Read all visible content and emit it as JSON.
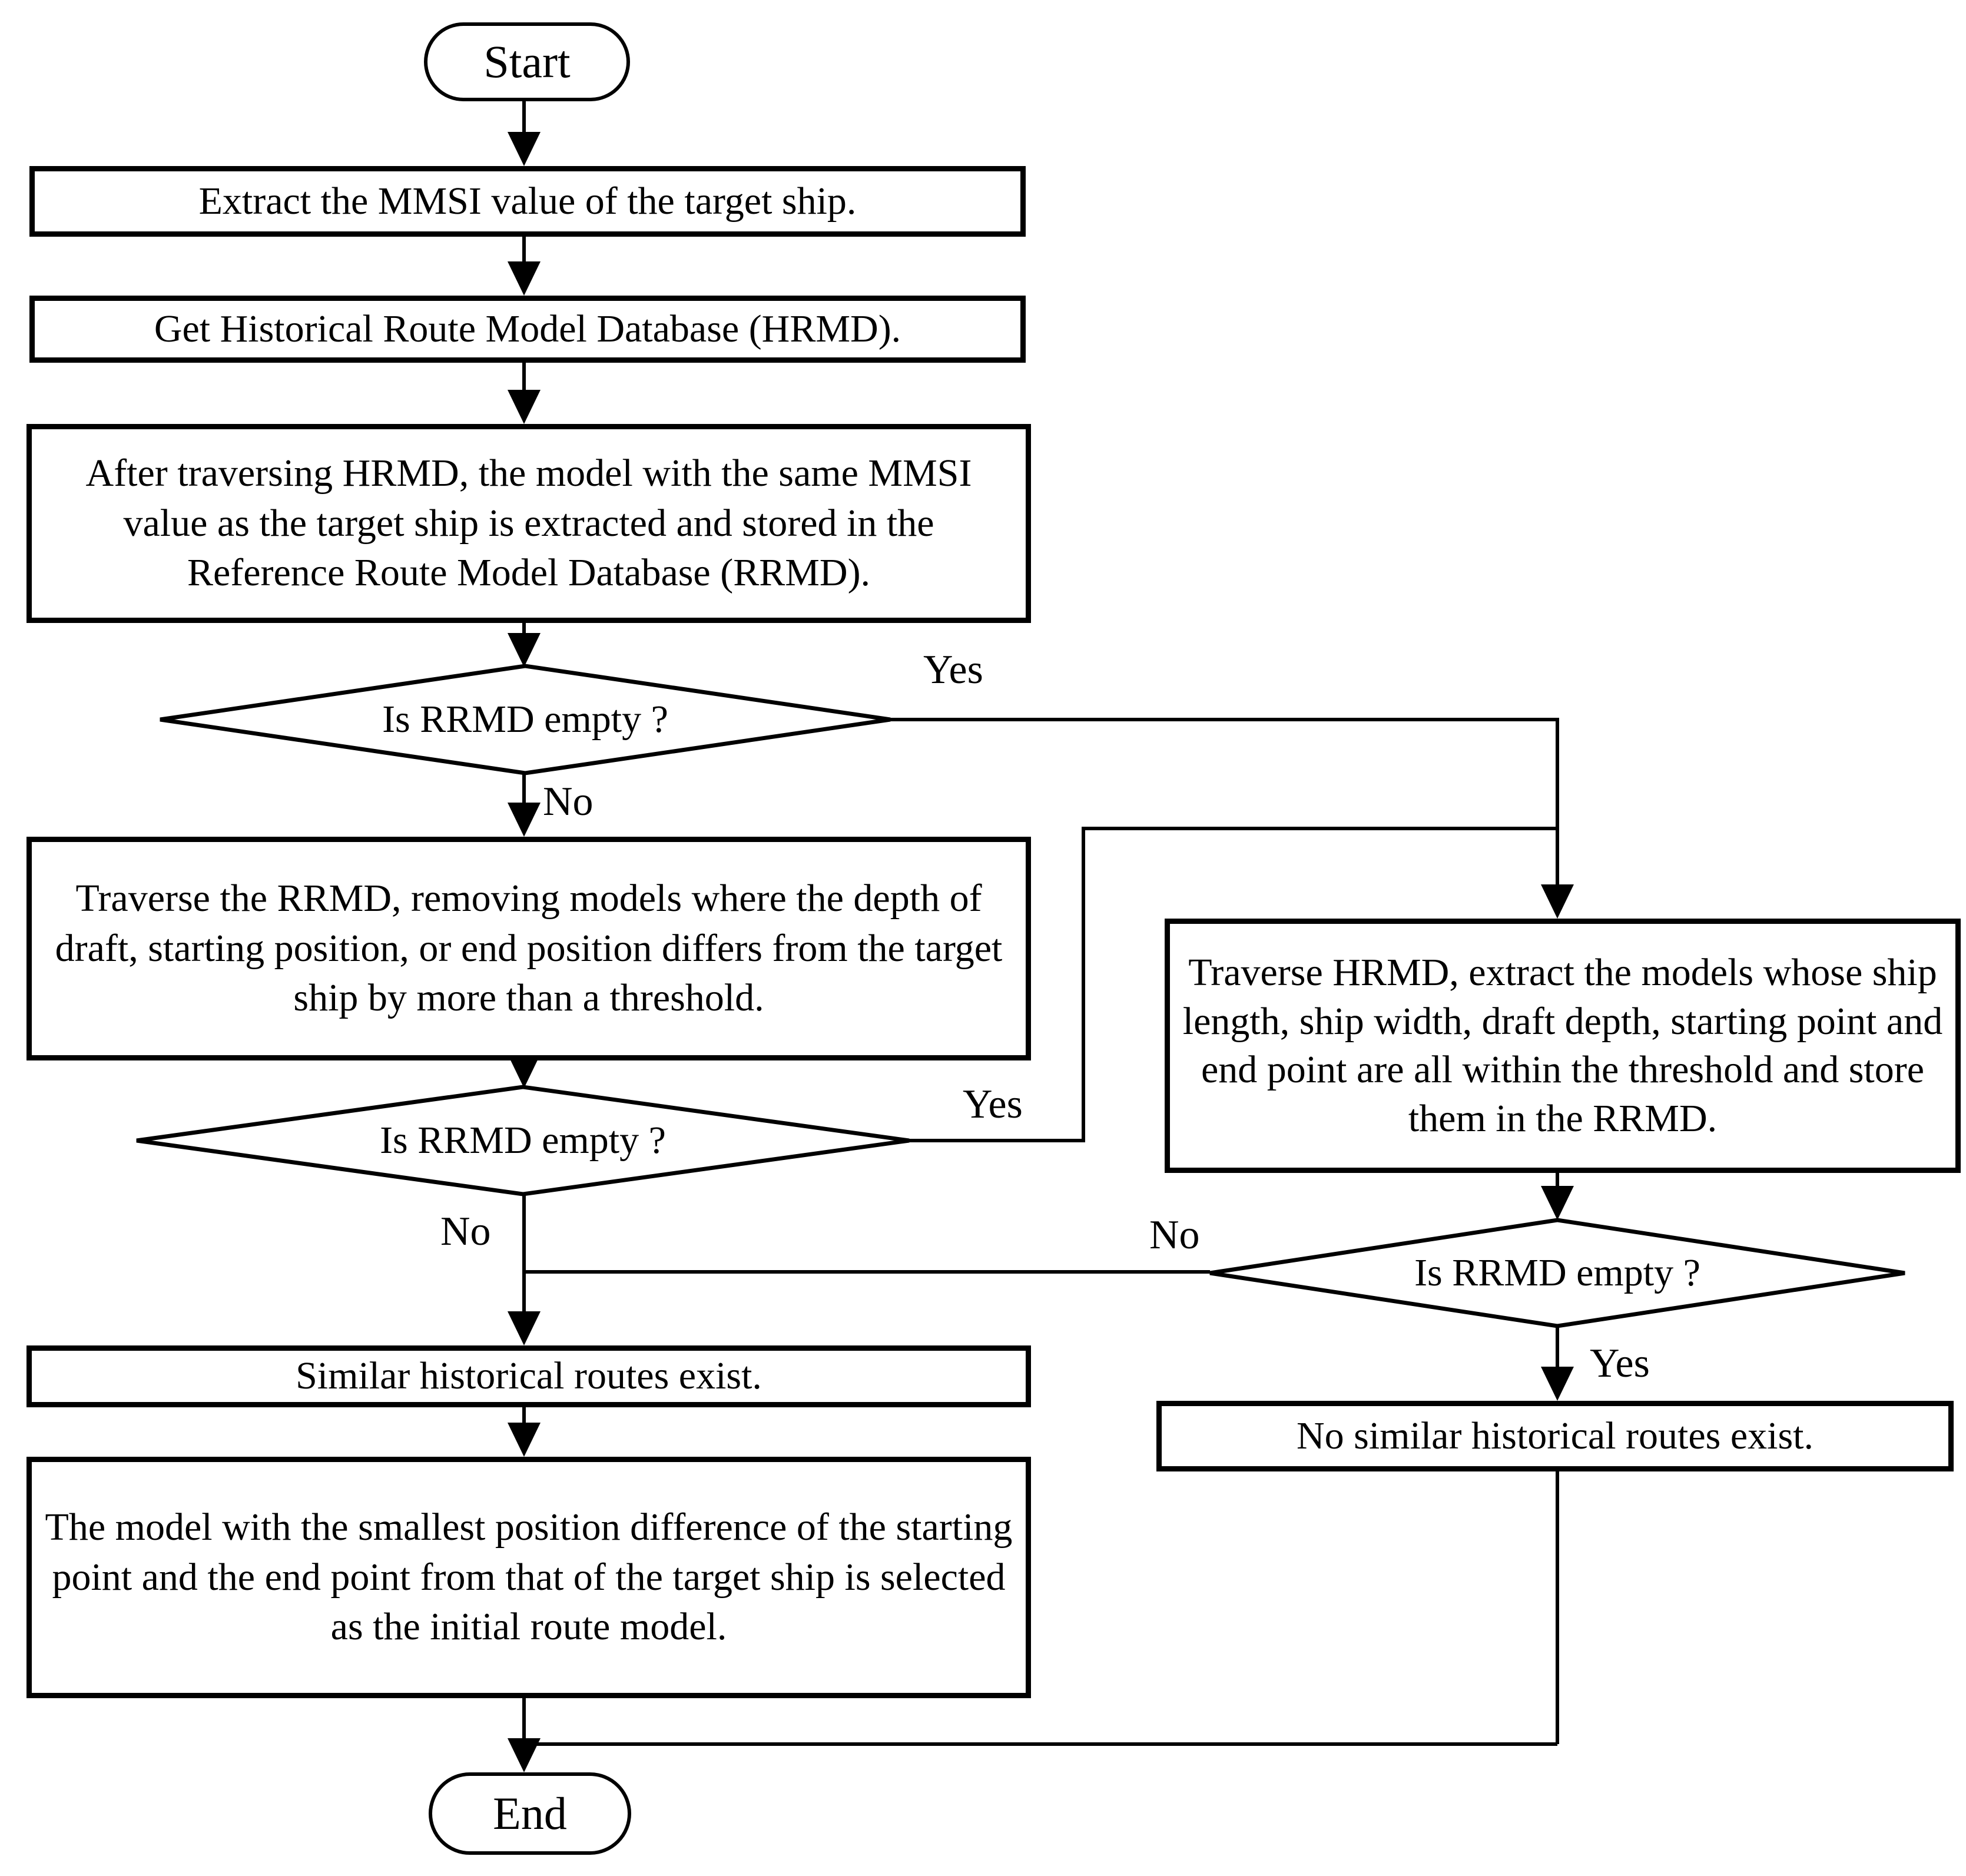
{
  "diagram": {
    "background_color": "#ffffff",
    "line_color": "#000000",
    "nodes": {
      "start": {
        "type": "terminator",
        "label": "Start"
      },
      "extract_mmsi": {
        "type": "process",
        "label": "Extract the MMSI value of the target ship."
      },
      "get_hrmd": {
        "type": "process",
        "label": "Get Historical Route Model Database (HRMD)."
      },
      "store_rrmd": {
        "type": "process",
        "label": "After traversing HRMD, the model with the same MMSI value as the target ship is extracted and stored in the Reference Route Model Database (RRMD)."
      },
      "decision_rrmd_empty_1": {
        "type": "decision",
        "label": "Is RRMD empty ?"
      },
      "filter_rrmd": {
        "type": "process",
        "label": "Traverse the RRMD, removing models where the depth of draft, starting position, or end position differs from the target ship by more than a threshold."
      },
      "decision_rrmd_empty_2": {
        "type": "decision",
        "label": "Is RRMD empty ?"
      },
      "similar_exist": {
        "type": "process",
        "label": "Similar historical routes exist."
      },
      "select_initial_model": {
        "type": "process",
        "label": "The model with the smallest position difference of the starting point and the end point from that of the target ship is selected as the initial route model."
      },
      "traverse_hrmd": {
        "type": "process",
        "label": "Traverse HRMD, extract the models whose ship length, ship width, draft depth, starting point and end point are all within the threshold and store them in the RRMD."
      },
      "decision_rrmd_empty_3": {
        "type": "decision",
        "label": "Is RRMD empty ?"
      },
      "no_similar": {
        "type": "process",
        "label": "No similar historical routes exist."
      },
      "end": {
        "type": "terminator",
        "label": "End"
      }
    },
    "edge_labels": {
      "d1_yes": "Yes",
      "d1_no": "No",
      "d2_yes": "Yes",
      "d2_no": "No",
      "d3_yes": "Yes",
      "d3_no": "No"
    }
  }
}
